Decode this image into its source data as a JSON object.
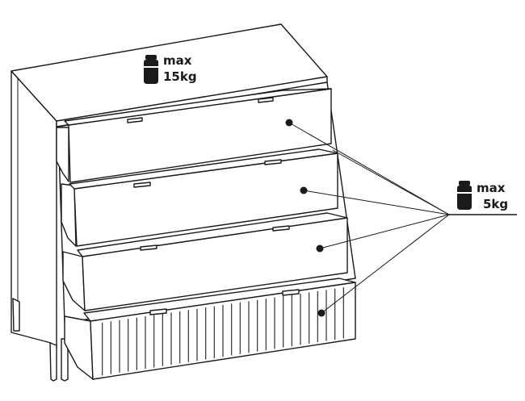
{
  "top_load": {
    "line1": "max",
    "line2": "15kg",
    "icon": "weight-icon"
  },
  "drawer_load": {
    "line1": "max",
    "line2": "5kg",
    "icon": "weight-icon"
  },
  "colors": {
    "stroke": "#1a1a1a",
    "weight": "#1a1a1a",
    "background": "#ffffff"
  }
}
